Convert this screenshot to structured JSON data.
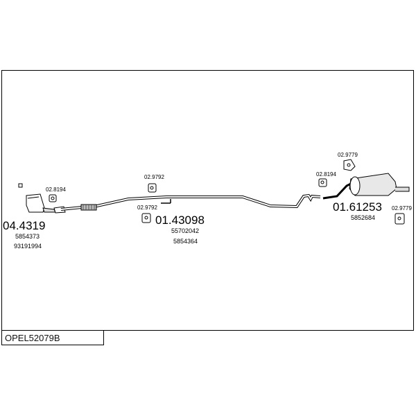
{
  "diagram_code": "OPEL52079B",
  "parts": [
    {
      "code": "04.4319",
      "refs": [
        "5854373",
        "93191994"
      ]
    },
    {
      "code": "01.43098",
      "refs": [
        "55702042",
        "5854364"
      ]
    },
    {
      "code": "01.61253",
      "refs": [
        "5852684"
      ]
    }
  ],
  "small_parts": [
    "02.8194",
    "02.9792",
    "02.9792",
    "02.9779",
    "02.8194",
    "02.9779"
  ]
}
